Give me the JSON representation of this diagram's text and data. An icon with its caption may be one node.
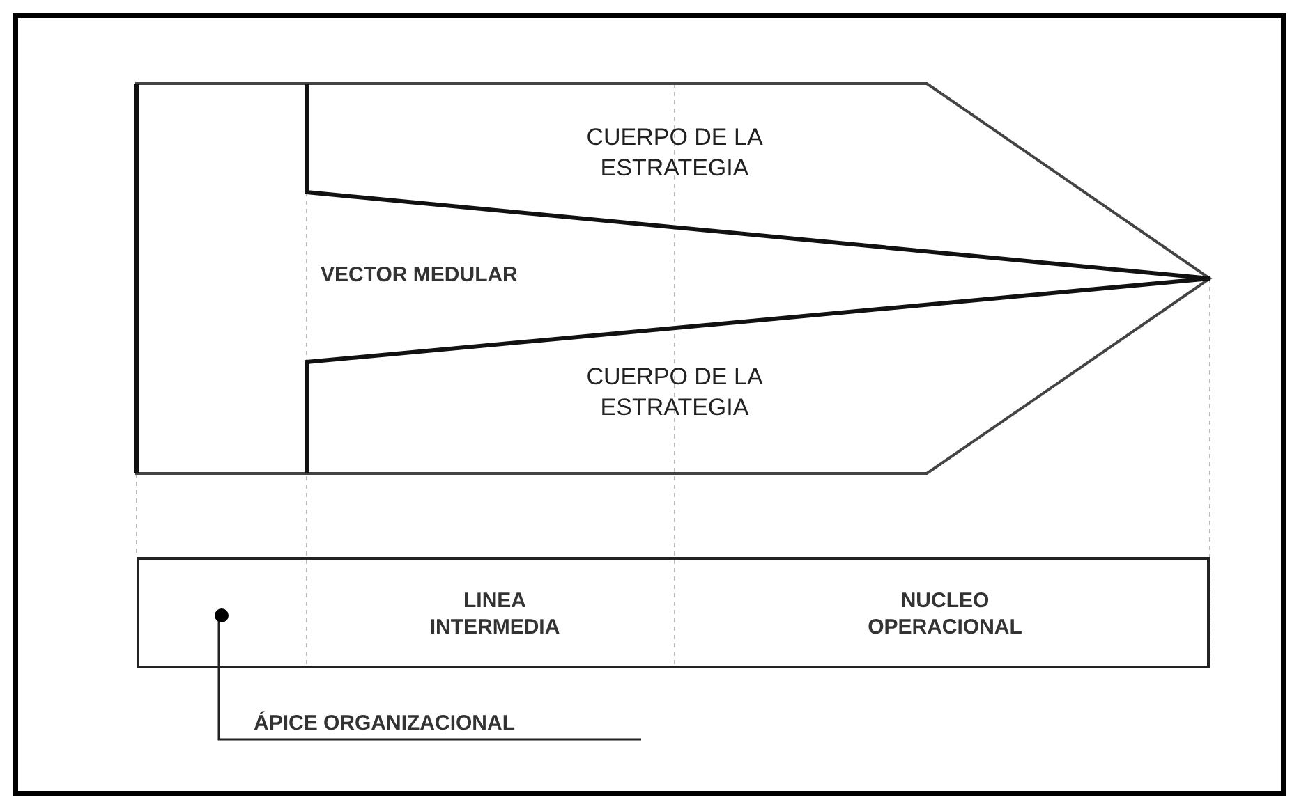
{
  "diagram": {
    "nodes": [
      {
        "text": [],
        "shape": "box"
      },
      {
        "text": [
          "LINEA INTERMEDIA"
        ],
        "in": 0
      },
      {
        "text": [
          "NUCLEO OPERACIONAL"
        ],
        "in": 0
      },
      {
        "text": [],
        "shape": "circle",
        "in": 0
      },
      {
        "text": [
          "ÁPICE ORGANIZACIONAL"
        ]
      }
    ],
    "edges": [
      {
        "from": 4,
        "to": 3,
        "arrow": "none"
      }
    ],
    "labels": [
      "CUERPO DE LA ESTRATEGIA",
      "VECTOR MEDULAR",
      "CUERPO DE LA ESTRATEGIA"
    ]
  }
}
